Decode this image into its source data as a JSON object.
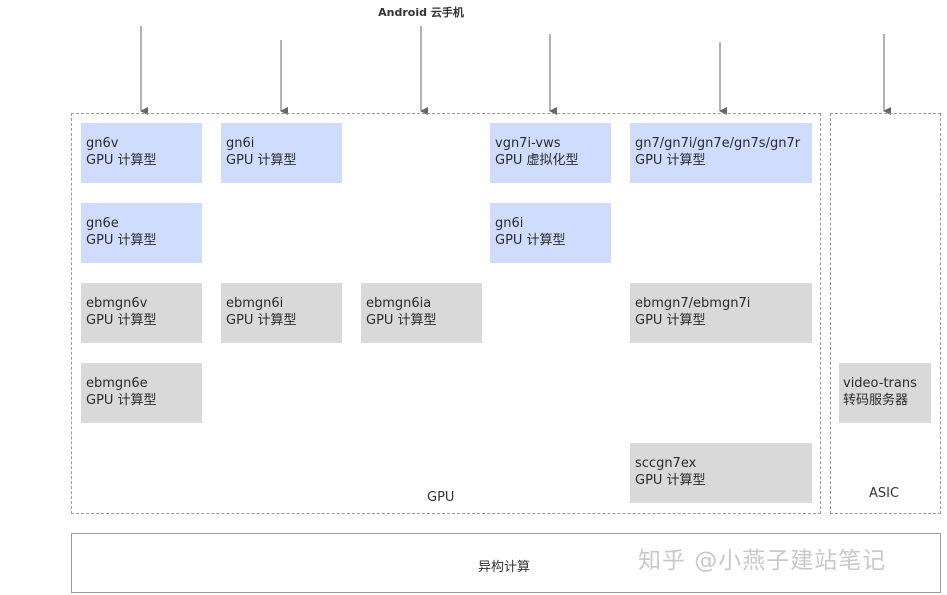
{
  "top_labels": [
    "",
    "",
    "Android 云手机",
    "",
    "",
    ""
  ],
  "side_labels": [
    "",
    "",
    ""
  ],
  "boxes": [
    {
      "name": "gn6v",
      "type": "GPU 计算型"
    },
    {
      "name": "gn6e",
      "type": "GPU 计算型"
    },
    {
      "name": "ebmgn6v",
      "type": "GPU 计算型"
    },
    {
      "name": "ebmgn6e",
      "type": "GPU 计算型"
    },
    {
      "name": "gn6i",
      "type": "GPU 计算型"
    },
    {
      "name": "ebmgn6i",
      "type": "GPU 计算型"
    },
    {
      "name": "ebmgn6ia",
      "type": "GPU 计算型"
    },
    {
      "name": "vgn7i-vws",
      "type": "GPU 虚拟化型"
    },
    {
      "name": "gn6i",
      "type": "GPU 计算型"
    },
    {
      "name": "gn7/gn7i/gn7e/gn7s/gn7r",
      "type": "GPU 计算型"
    },
    {
      "name": "ebmgn7/ebmgn7i",
      "type": "GPU 计算型"
    },
    {
      "name": "sccgn7ex",
      "type": "GPU 计算型"
    },
    {
      "name": "video-trans",
      "type": "转码服务器"
    }
  ],
  "frames": {
    "gpu": "GPU",
    "asic": "ASIC"
  },
  "bottom": {
    "label": "异构计算"
  },
  "watermark": "知乎 @小燕子建站笔记",
  "colors": {
    "blue_box": "#cfdcfd",
    "gray_box": "#d9d9d9",
    "frame_border": "#9a9a9a"
  }
}
